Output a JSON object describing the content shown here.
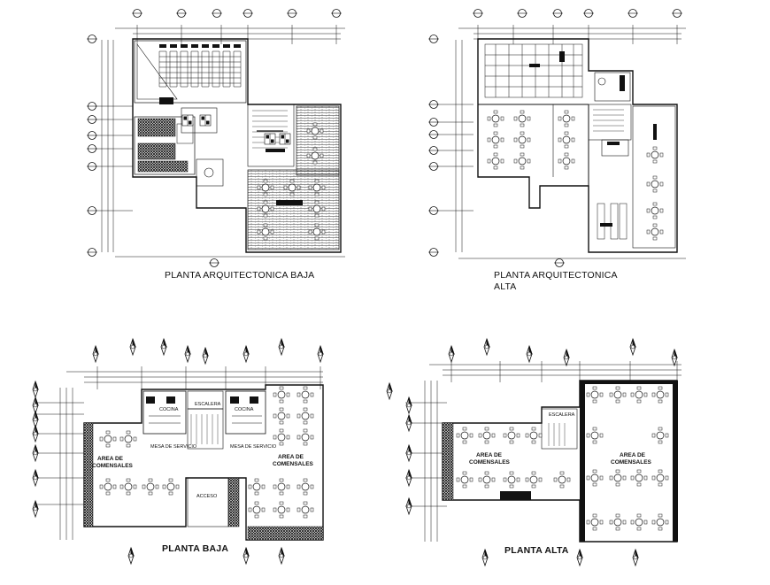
{
  "plans": [
    {
      "title": "PLANTA ARQUITECTONICA BAJA"
    },
    {
      "title_line1": "PLANTA ARQUITECTONICA",
      "title_line2": "ALTA"
    },
    {
      "title": "PLANTA BAJA",
      "labels": {
        "kitchen_left": "COCINA",
        "kitchen_right": "COCINA",
        "stair": "ESCALERA",
        "service_left": "MESA DE SERVICIO",
        "service_right": "MESA DE SERVICIO",
        "dining_left_1": "AREA DE",
        "dining_left_2": "COMENSALES",
        "dining_right_1": "AREA DE",
        "dining_right_2": "COMENSALES",
        "access": "ACCESO"
      }
    },
    {
      "title": "PLANTA ALTA",
      "labels": {
        "stair": "ESCALERA",
        "dining_left_1": "AREA DE",
        "dining_left_2": "COMENSALES",
        "dining_right_1": "AREA DE",
        "dining_right_2": "COMENSALES"
      }
    }
  ]
}
